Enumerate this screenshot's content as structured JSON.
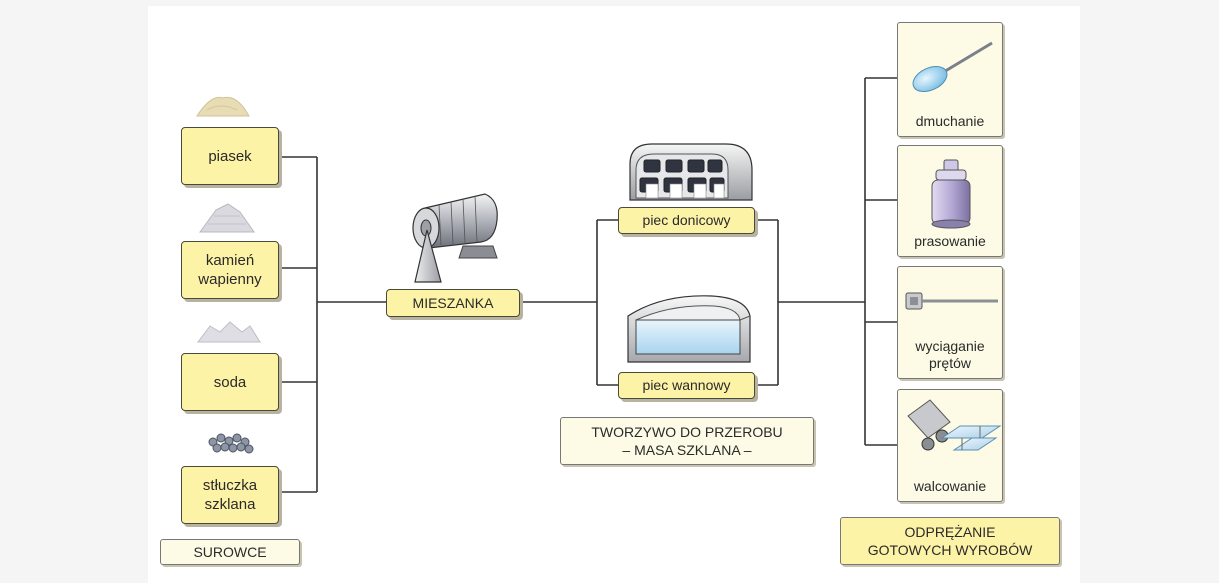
{
  "raw_materials": {
    "items": [
      {
        "name": "piasek",
        "lines": [
          "piasek"
        ]
      },
      {
        "name": "kamien-wapienny",
        "lines": [
          "kamień",
          "wapienny"
        ]
      },
      {
        "name": "soda",
        "lines": [
          "soda"
        ]
      },
      {
        "name": "stluczka-szklana",
        "lines": [
          "stłuczka",
          "szklana"
        ]
      }
    ],
    "caption": "SUROWCE"
  },
  "mixture": {
    "label": "MIESZANKA"
  },
  "furnaces": {
    "pot": {
      "label": "piec donicowy"
    },
    "tank": {
      "label": "piec wannowy"
    },
    "caption_lines": [
      "TWORZYWO DO PRZEROBU",
      "– MASA SZKLANA –"
    ]
  },
  "forming": {
    "items": [
      {
        "lines": [
          "dmuchanie"
        ]
      },
      {
        "lines": [
          "prasowanie"
        ]
      },
      {
        "lines": [
          "wyciąganie",
          "prętów"
        ]
      },
      {
        "lines": [
          "walcowanie"
        ]
      }
    ],
    "caption_lines": [
      "ODPRĘŻANIE",
      "GOTOWYCH WYROBÓW"
    ]
  },
  "colors": {
    "box_fill": "#fdf3a7",
    "card_fill": "#fdfbe6",
    "line": "#333333"
  }
}
